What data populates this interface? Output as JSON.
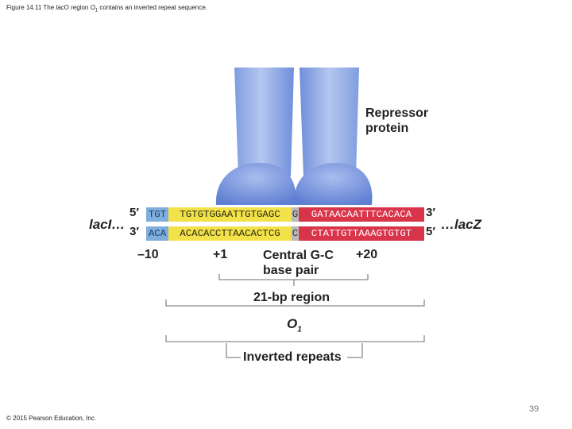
{
  "caption": {
    "prefix": "Figure 14.11 The ",
    "lac_italic": "lac",
    "mid": "O region ",
    "o1_italic": "O",
    "o1_sub": "1",
    "suffix": " contains an inverted repeat sequence."
  },
  "repressor_label": [
    "Repressor",
    "protein"
  ],
  "genes": {
    "left": "lacI…",
    "right": "…lacZ"
  },
  "strand_ends": {
    "top_left": "5′",
    "top_right": "3′",
    "bottom_left": "3′",
    "bottom_right": "5′"
  },
  "sequence": {
    "top": {
      "blue": "TGT",
      "yellow": "TGTGTGGAATTGTGAGC",
      "gray": "G",
      "red": "GATAACAATTTCACACA"
    },
    "bottom": {
      "blue": "ACA",
      "yellow": "ACACACCTTAACACTCG",
      "gray": "C",
      "red": "CTATTGTTAAAGTGTGT"
    }
  },
  "positions": {
    "minus10": "–10",
    "plus1": "+1",
    "central": [
      "Central G-C",
      "base pair"
    ],
    "plus20": "+20"
  },
  "region_label": "21-bp region",
  "operator_label": {
    "letter": "O",
    "sub": "1"
  },
  "inverted_repeats_label": "Inverted repeats",
  "copyright": "© 2015 Pearson Education, Inc.",
  "page_number": "39",
  "colors": {
    "repressor_light": "#aec1ee",
    "repressor_dark": "#6d8cd8",
    "seq_blue": "#7eaedc",
    "seq_yellow": "#f3e14a",
    "seq_gray": "#b9b9b9",
    "seq_red": "#d8344a",
    "bracket": "#8a8a8a"
  }
}
